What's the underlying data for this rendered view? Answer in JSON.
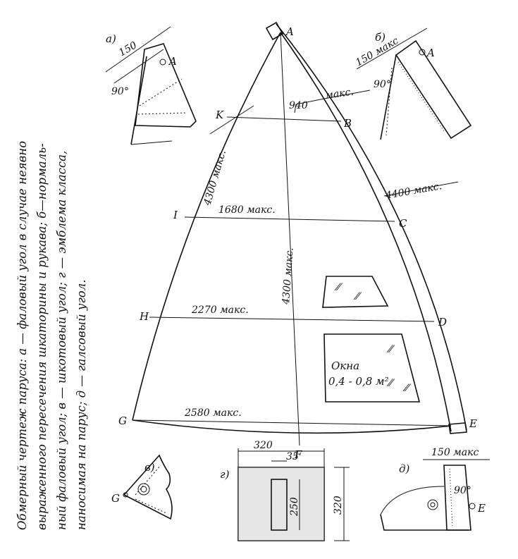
{
  "caption": [
    "Обмерный чертеж паруса: а — фаловый угол в случае неявно",
    "выраженного пересечения шкаторины и рукава; б—нормаль-",
    "ный фаловый угол; в — шкотовый угол; г — эмблема класса,",
    "наносимая на парус; д — галсовый угол."
  ],
  "points": {
    "A": "A",
    "B": "B",
    "C": "C",
    "D": "D",
    "E": "E",
    "F": "F",
    "G": "G",
    "H": "H",
    "I": "I",
    "K": "K"
  },
  "dimensions": {
    "top_width": "940",
    "top_max": "макс.",
    "luff": "4300 макс.",
    "center": "4300 макс.",
    "leech": "4400 макс.",
    "w1": "1680 макс.",
    "w2": "2270 макс.",
    "w3": "2580 макс."
  },
  "windows": {
    "label_1": "Окна",
    "label_2": "0,4 - 0,8 м²"
  },
  "details": {
    "a": {
      "label": "а)",
      "dim": "150",
      "angle": "90°",
      "point": "A"
    },
    "b": {
      "label": "б)",
      "dim": "150 макс",
      "angle": "90°",
      "point": "A"
    },
    "v": {
      "label": "в)",
      "point": "G"
    },
    "g": {
      "label": "г)",
      "width": "320",
      "inner": "35",
      "height": "320",
      "bar": "250",
      "point": "F"
    },
    "d": {
      "label": "д)",
      "dim": "150 макс",
      "angle": "90°",
      "point": "E"
    }
  }
}
